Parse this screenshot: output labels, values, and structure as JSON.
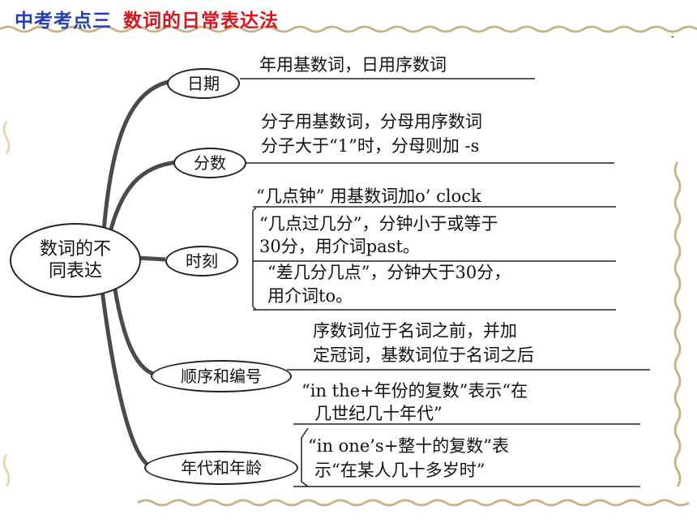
{
  "slide": {
    "title_prefix": "中考考点三",
    "title_topic": "数词的日常表达法",
    "corner_mark": "-"
  },
  "diagram": {
    "root": {
      "line1": "数词的不",
      "line2": "同表达"
    },
    "branches": [
      {
        "label": "日期",
        "notes": [
          "年用基数词，日用序数词"
        ]
      },
      {
        "label": "分数",
        "notes": [
          "分子用基数词，分母用序数词",
          "分子大于“1”时，分母则加 -s"
        ]
      },
      {
        "label": "时刻",
        "notes": [
          "“几点钟” 用基数词加o’ clock",
          "“几点过几分”，分钟小于或等于",
          "30分，用介词past。",
          "“差几分几点”，分钟大于30分，",
          "用介词to。"
        ]
      },
      {
        "label": "顺序和编号",
        "notes": [
          "序数词位于名词之前，并加",
          "定冠词，基数词位于名词之后"
        ]
      },
      {
        "label": "年代和年龄",
        "notes": [
          "“in the+年份的复数”表示“在",
          "几世纪几十年代”",
          "“in one’s+整十的复数”表",
          "示“在某人几十多岁时”"
        ]
      }
    ]
  },
  "colors": {
    "title_blue": "#1f3fb5",
    "title_red": "#d8141c",
    "branch": "#4a4a4a",
    "decoration": "#c9b489"
  }
}
